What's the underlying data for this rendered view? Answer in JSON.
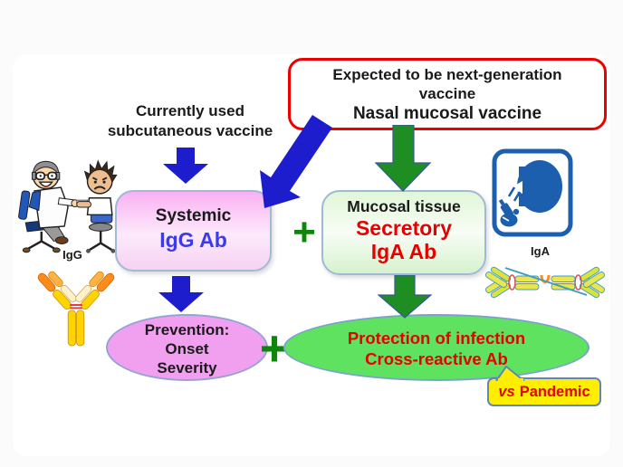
{
  "top_box": {
    "line1": "Expected to be next-generation",
    "line2": "vaccine",
    "line3": "Nasal mucosal vaccine"
  },
  "current_vaccine_label": {
    "line1": "Currently used",
    "line2": "subcutaneous vaccine"
  },
  "systemic_box": {
    "title": "Systemic",
    "antibody": "IgG Ab"
  },
  "mucosal_box": {
    "title": "Mucosal tissue",
    "line2": "Secretory",
    "line3": "IgA Ab"
  },
  "plus_between_boxes": "+",
  "plus_between_ellipses": "+",
  "prevention_ellipse": {
    "line1": "Prevention:",
    "line2": "Onset",
    "line3": "Severity"
  },
  "protection_ellipse": {
    "line1": "Protection of infection",
    "line2": "Cross-reactive Ab"
  },
  "pandemic_badge": {
    "vs": "vs",
    "text": "Pandemic"
  },
  "illustrations": {
    "igg_caption": "IgG",
    "iga_caption": "IgA"
  },
  "colors": {
    "red_outline": "#ee0000",
    "blue_arrow": "#1d1dcd",
    "green_arrow": "#1e8e22",
    "plus_green": "#0c870c",
    "igg_blue_text": "#3b3bea",
    "red_text": "#e60000",
    "pink_box_fill": "#f9b0f2",
    "green_box_fill": "#e0f6d8",
    "pink_ellipse_fill": "#f0a0ee",
    "green_ellipse_fill": "#5fe25f",
    "badge_yellow": "#ffee00",
    "icon_blue": "#1b5fae"
  }
}
